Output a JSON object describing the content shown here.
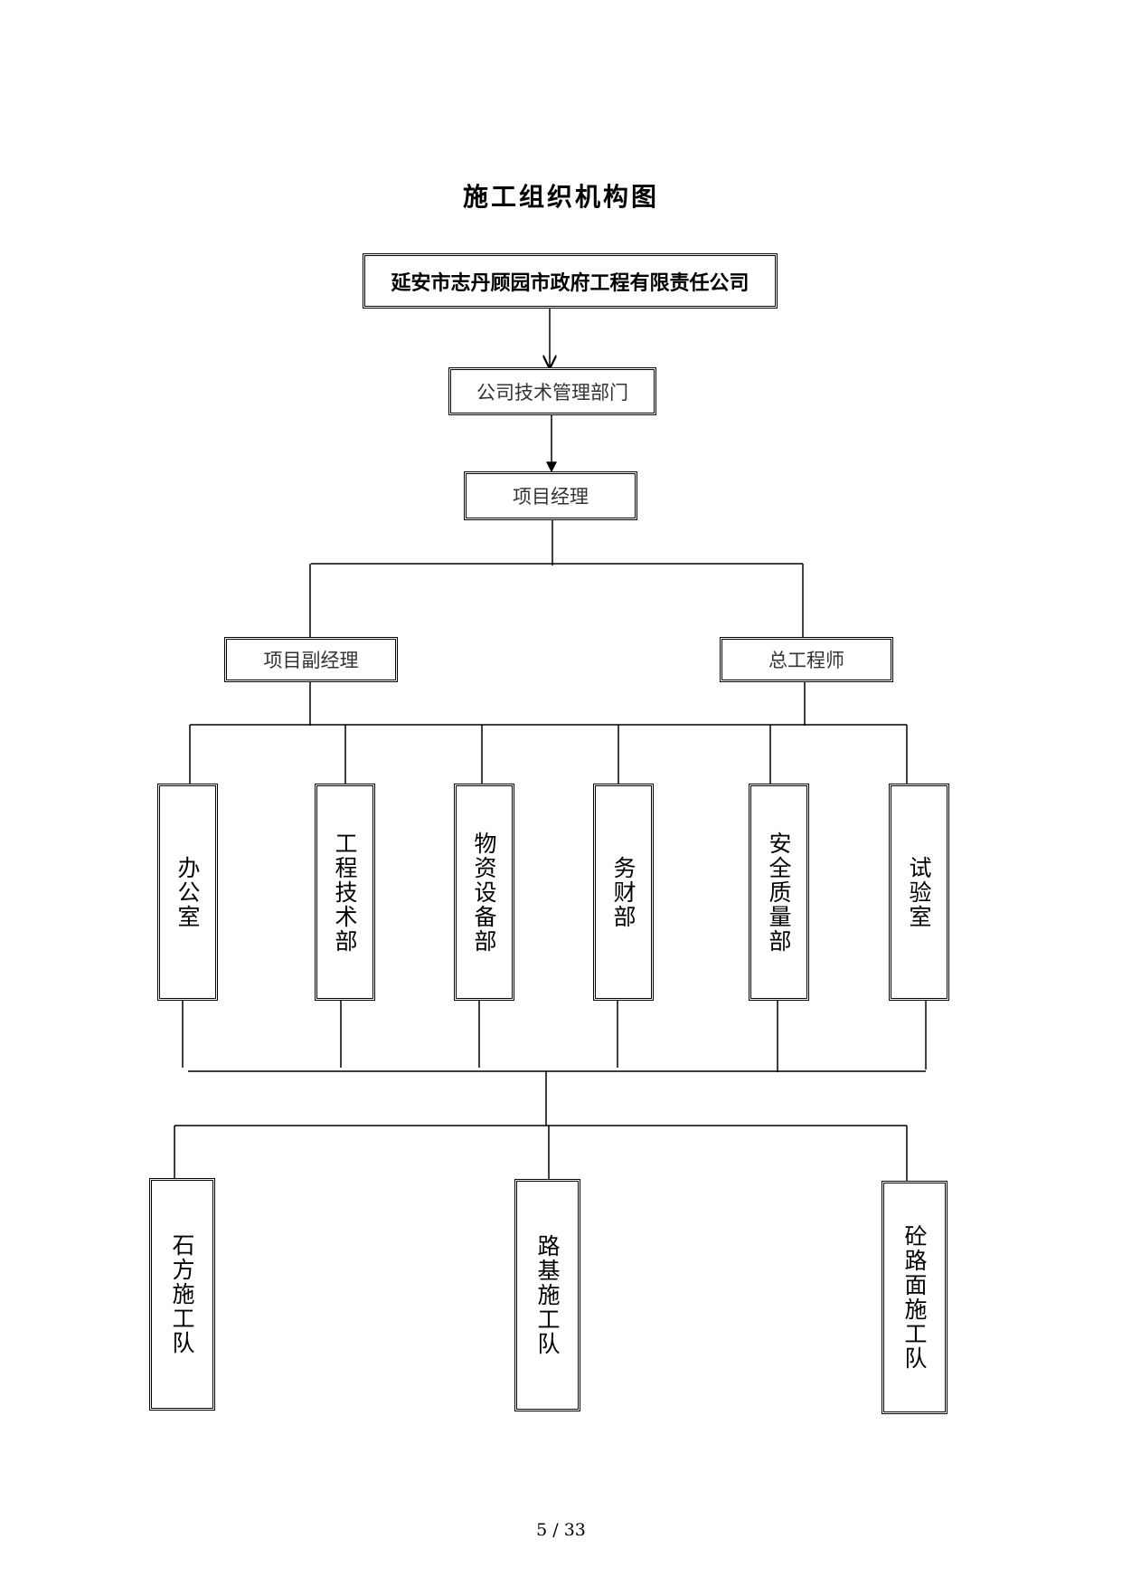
{
  "title": "施工组织机构图",
  "nodes": {
    "company": "延安市志丹顾园市政府工程有限责任公司",
    "tech_dept": "公司技术管理部门",
    "project_manager": "项目经理",
    "deputy_manager": "项目副经理",
    "chief_engineer": "总工程师",
    "departments": [
      "办公室",
      "工程技术部",
      "物资设备部",
      "务财部",
      "安全质量部",
      "试验室"
    ],
    "teams": [
      "石方施工队",
      "路基施工队",
      "砼路面施工队"
    ]
  },
  "footer": {
    "page_indicator": "5 / 33"
  }
}
